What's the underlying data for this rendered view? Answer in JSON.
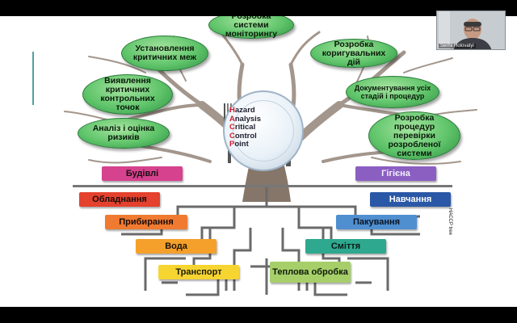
{
  "tree_ovals": {
    "top": "Розробка системи моніторингу",
    "upper_left": "Установлення критичних меж",
    "upper_right": "Розробка коригувальних дій",
    "mid_left": "Виявлення критичних контрольних точок",
    "mid_right": "Документування усіх стадій і процедур",
    "lower_left": "Аналіз і оцінка ризиків",
    "lower_right": "Розробка процедур перевірки розробленої системи"
  },
  "plate_text": {
    "line1_first": "H",
    "line1_rest": "azard",
    "line2_first": "A",
    "line2_rest": "nalysis",
    "line3_first": "C",
    "line3_rest": "ritical",
    "line4_first": "C",
    "line4_rest": "ontrol",
    "line5_first": "P",
    "line5_rest": "oint"
  },
  "root_labels": {
    "left": [
      "Будівлі",
      "Обладнання",
      "Прибирання",
      "Вода",
      "Транспорт"
    ],
    "right": [
      "Гігієна",
      "Навчання",
      "Пакування",
      "Сміття",
      "Теплова обробка"
    ]
  },
  "colors": {
    "budivli": "#d6428d",
    "obladnannia": "#e4412e",
    "prybyrannia": "#f07a2f",
    "voda": "#f5a02a",
    "transport": "#f6d531",
    "hihiiena": "#8b5fc2",
    "navchannia": "#2b58a6",
    "pakuvannia": "#4f8fd0",
    "smittia": "#2ea88f",
    "teplova": "#a6cf6a",
    "oval_green": "#5fc46a"
  },
  "video_call": {
    "participant_name": "Serhii Holovatyi"
  },
  "side_caption": "HACCP tree"
}
